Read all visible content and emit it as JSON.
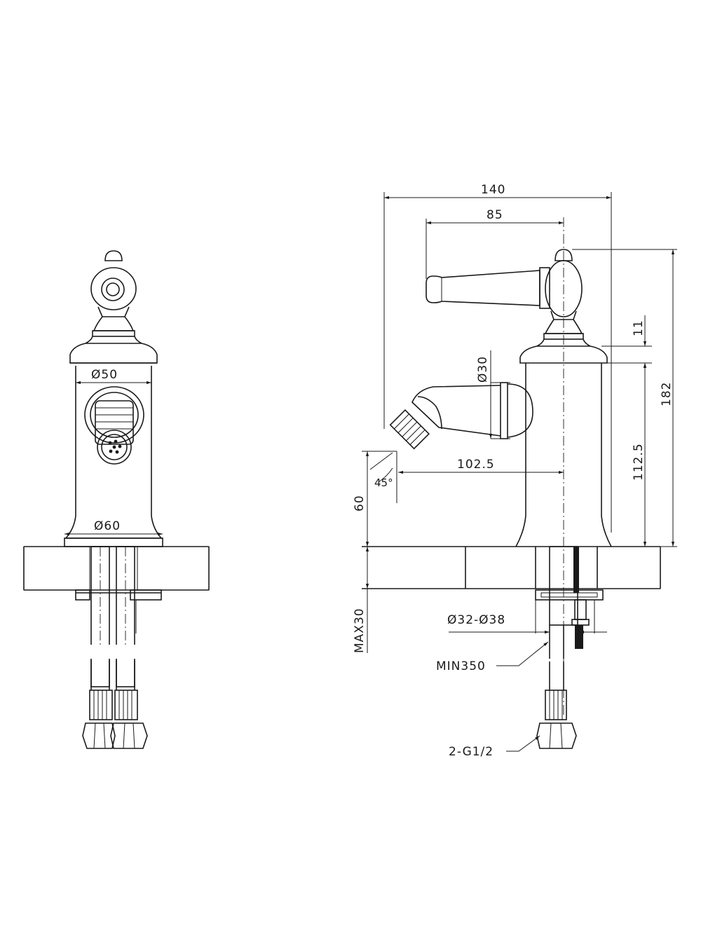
{
  "drawing": {
    "title": "",
    "front_view": {
      "dia_top": "Ø50",
      "dia_base": "Ø60"
    },
    "side_view": {
      "overall_width": "140",
      "handle_reach": "85",
      "spout_diameter": "Ø30",
      "spout_reach": "102.5",
      "spout_angle": "45°",
      "spout_height": "60",
      "top_step": "11",
      "body_height": "112.5",
      "overall_height": "182",
      "max_deck_thickness": "MAX30",
      "hole_diameter": "Ø32-Ø38",
      "hose_length": "MIN350",
      "connection": "2-G1/2"
    }
  },
  "colors": {
    "line": "#1a1a1a",
    "background": "#ffffff"
  }
}
